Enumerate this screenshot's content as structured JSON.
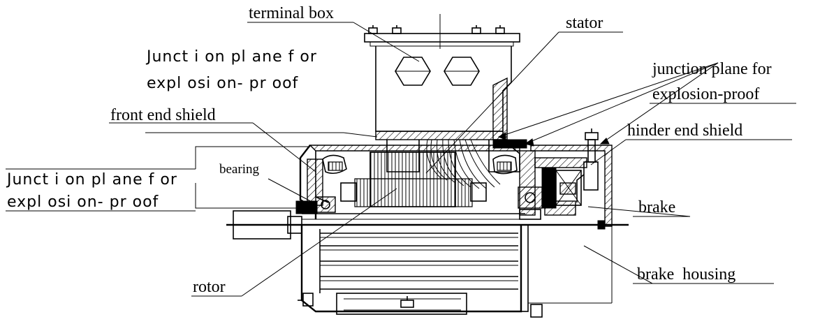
{
  "labels": {
    "terminal_box": "terminal box",
    "junction_top_1": "Junct i on pl ane f or",
    "junction_top_2": "expl osi on- pr oof",
    "stator": "stator",
    "junction_right_1": "junction plane for",
    "junction_right_2": "explosion-proof",
    "front_end_shield": "front end shield",
    "hinder_end_shield": "hinder end shield",
    "bearing": "bearing",
    "junction_left_1": "Junct i on pl ane f or",
    "junction_left_2": "expl osi on- pr oof",
    "brake": "brake",
    "brake_housing": "brake  housing",
    "rotor": "rotor"
  },
  "colors": {
    "ink": "#000000",
    "background": "#ffffff"
  }
}
